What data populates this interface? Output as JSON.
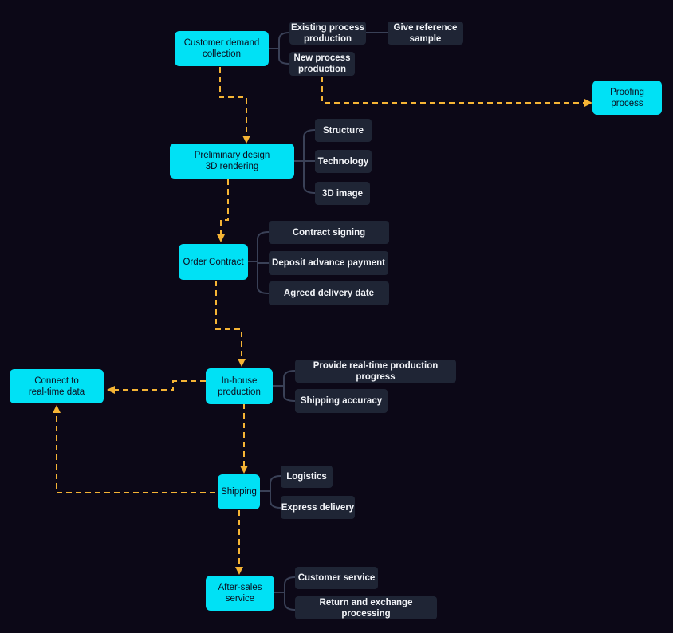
{
  "colors": {
    "background": "#0c0817",
    "main_node": "#00e1f5",
    "sub_node": "#1f2535",
    "flow_line": "#f5b435",
    "bracket_line": "#3a4157"
  },
  "nodes": {
    "customer_demand": "Customer demand\ncollection",
    "existing_process": "Existing process\nproduction",
    "give_reference": "Give reference\nsample",
    "new_process": "New process\nproduction",
    "proofing": "Proofing\nprocess",
    "preliminary_design": "Preliminary design\n3D rendering",
    "structure": "Structure",
    "technology": "Technology",
    "image_3d": "3D image",
    "order_contract": "Order Contract",
    "contract_signing": "Contract signing",
    "deposit": "Deposit advance payment",
    "delivery_date": "Agreed delivery date",
    "inhouse": "In-house\nproduction",
    "realtime_progress": "Provide real-time production progress",
    "shipping_accuracy": "Shipping accuracy",
    "connect_data": "Connect to\nreal-time data",
    "shipping": "Shipping",
    "logistics": "Logistics",
    "express": "Express delivery",
    "after_sales": "After-sales\nservice",
    "customer_service": "Customer service",
    "return_exchange": "Return and exchange processing"
  }
}
